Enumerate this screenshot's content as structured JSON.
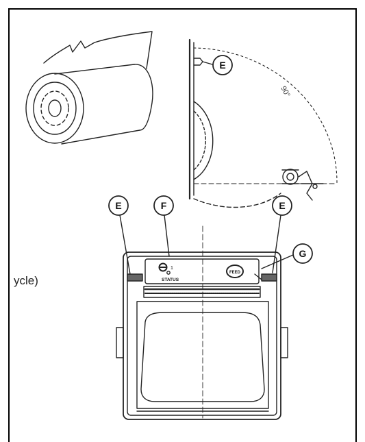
{
  "callouts": {
    "e_top": "E",
    "e_left": "E",
    "f": "F",
    "e_right": "E",
    "g": "G"
  },
  "angle_label": "90°",
  "panel": {
    "status_label": "STATUS",
    "feed_label": "FEED",
    "led_mark": "1"
  },
  "side_text": "ycle)"
}
